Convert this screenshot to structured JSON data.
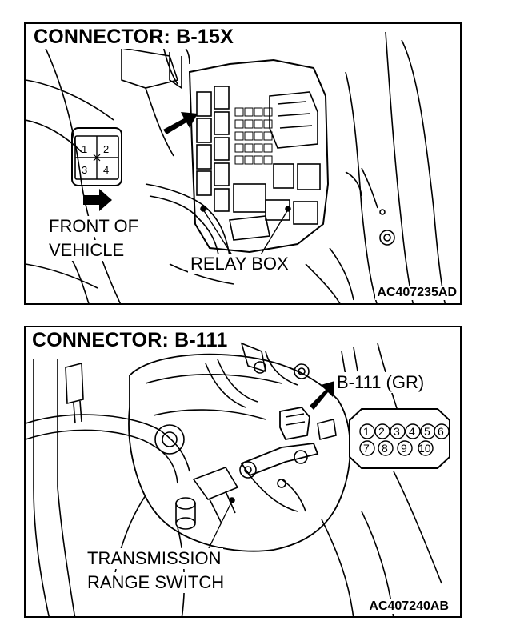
{
  "top_panel": {
    "title": "CONNECTOR: B-15X",
    "connector_pins": [
      "1",
      "2",
      "3",
      "4"
    ],
    "front_label_line1": "FRONT OF",
    "front_label_line2": "VEHICLE",
    "relay_box_label": "RELAY BOX",
    "code": "AC407235AD"
  },
  "bottom_panel": {
    "title": "CONNECTOR: B-111",
    "connector_label": "B-111 (GR)",
    "connector_pins_row1": [
      "1",
      "2",
      "3",
      "4",
      "5",
      "6"
    ],
    "connector_pins_row2": [
      "7",
      "8",
      "9",
      "10"
    ],
    "switch_label_line1": "TRANSMISSION",
    "switch_label_line2": "RANGE SWITCH",
    "code": "AC407240AB"
  }
}
